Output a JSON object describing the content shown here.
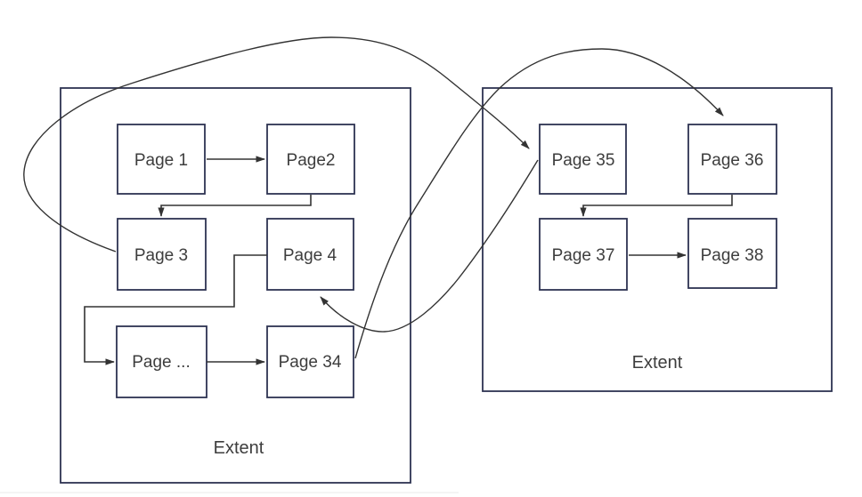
{
  "figure": {
    "extent_left_label": "Extent",
    "extent_right_label": "Extent",
    "pages": {
      "p1": "Page 1",
      "p2": "Page2",
      "p3": "Page 3",
      "p4": "Page 4",
      "pdots": "Page ...",
      "p34": "Page 34",
      "p35": "Page 35",
      "p36": "Page 36",
      "p37": "Page 37",
      "p38": "Page 38"
    },
    "colors": {
      "box_border": "#2e3352",
      "connector": "#333333",
      "text": "#3d3d3d",
      "background": "#ffffff"
    }
  }
}
